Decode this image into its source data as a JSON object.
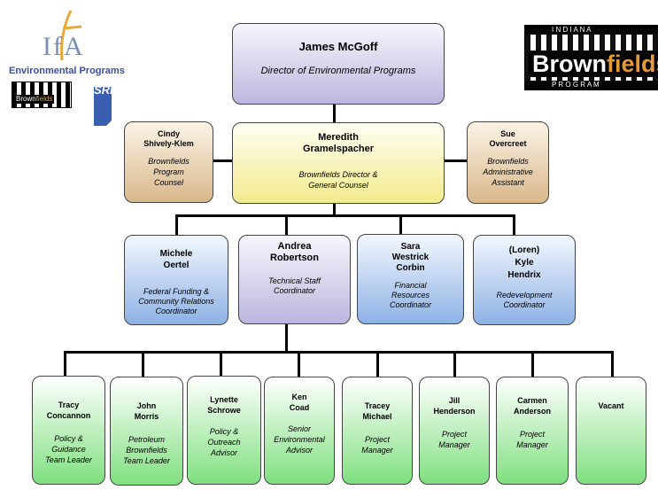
{
  "logos": {
    "ifa_letters": "IfA",
    "ifa_caption": "Environmental Programs",
    "small_brown": "Brown",
    "small_fields": "fields",
    "srf": "SRF",
    "indiana": "I N D I A N A",
    "big_brown": "Brown",
    "big_fields": "fields",
    "program": "P R O G R A M"
  },
  "top": {
    "name": "James McGoff",
    "title": "Director of  Environmental Programs"
  },
  "second_row": [
    {
      "name": "Cindy\nShively-Klem",
      "title": "Brownfields\nProgram\nCounsel"
    },
    {
      "name": "Meredith\nGramelspacher",
      "title": "Brownfields Director &\nGeneral Counsel"
    },
    {
      "name": "Sue\nOvercreet",
      "title": "Brownfields\nAdministrative\nAssistant"
    }
  ],
  "coordinators": [
    {
      "name": "Michele\nOertel",
      "title": "Federal Funding &\nCommunity Relations\nCoordinator"
    },
    {
      "name": "Andrea\nRobertson",
      "title": "Technical Staff\nCoordinator"
    },
    {
      "name": "Sara\nWestrick\nCorbin",
      "title": "Financial\nResources\nCoordinator"
    },
    {
      "name": "(Loren)\nKyle\nHendrix",
      "title": "Redevelopment\nCoordinator"
    }
  ],
  "staff": [
    {
      "name": "Tracy\nConcannon",
      "title": "Policy &\nGuidance\nTeam Leader"
    },
    {
      "name": "John\nMorris",
      "title": "Petroleum\nBrownfields\nTeam Leader"
    },
    {
      "name": "Lynette\nSchrowe",
      "title": "Policy &\nOutreach\nAdvisor"
    },
    {
      "name": "Ken\nCoad",
      "title": "Senior\nEnvironmental\nAdvisor"
    },
    {
      "name": "Tracey\nMichael",
      "title": "Project\nManager"
    },
    {
      "name": "Jill\nHenderson",
      "title": "Project\nManager"
    },
    {
      "name": "Carmen\nAnderson",
      "title": "Project\nManager"
    },
    {
      "name": "Vacant",
      "title": ""
    }
  ]
}
